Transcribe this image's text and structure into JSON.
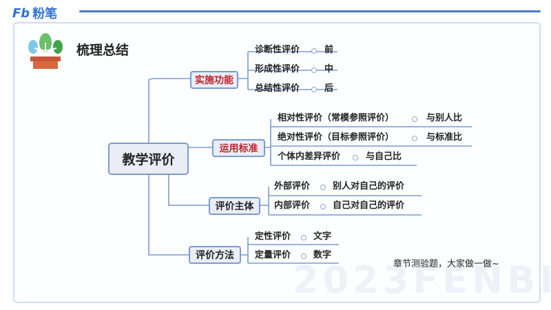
{
  "brand": {
    "logo": "Fb",
    "name": "粉笔"
  },
  "title": "梳理总结",
  "central": "教学评价",
  "branches": [
    {
      "label": "实施功能",
      "leaves": [
        {
          "left": "诊断性评价",
          "right": "前"
        },
        {
          "left": "形成性评价",
          "right": "中"
        },
        {
          "left": "总结性评价",
          "right": "后"
        }
      ]
    },
    {
      "label": "运用标准",
      "leaves": [
        {
          "left": "相对性评价（常模参照评价）",
          "right": "与别人比"
        },
        {
          "left": "绝对性评价（目标参照评价）",
          "right": "与标准比"
        },
        {
          "left": "个体内差异评价",
          "right": "与自己比"
        }
      ]
    },
    {
      "label": "评价主体",
      "leaves": [
        {
          "left": "外部评价",
          "right": "别人对自己的评价"
        },
        {
          "left": "内部评价",
          "right": "自己对自己的评价"
        }
      ]
    },
    {
      "label": "评价方法",
      "leaves": [
        {
          "left": "定性评价",
          "right": "文字"
        },
        {
          "left": "定量评价",
          "right": "数字"
        }
      ]
    }
  ],
  "note": "章节测验题，大家做一做~",
  "watermark": "2023FENBI",
  "colors": {
    "accent": "#2f6fd6",
    "line": "#7a9ad0",
    "branch_red": "#c0222a"
  }
}
